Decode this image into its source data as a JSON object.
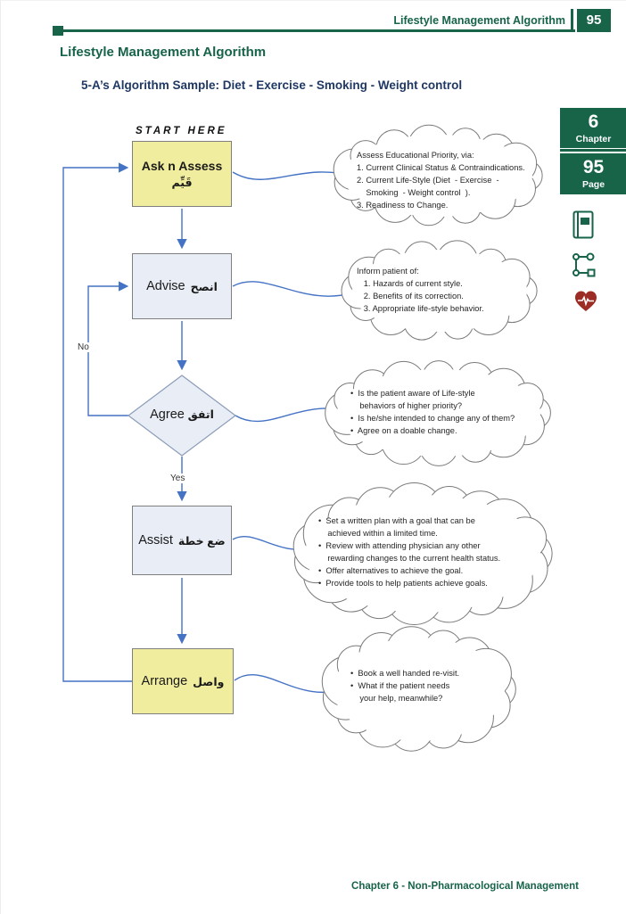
{
  "colors": {
    "green": "#176449",
    "navy": "#1f3864",
    "flow_blue": "#4472c4",
    "node_yellow": "#f1ed9e",
    "node_blue": "#e9edf5",
    "heart_red": "#9c2d26"
  },
  "header": {
    "running_title": "Lifestyle Management Algorithm",
    "page_number": "95"
  },
  "title": "Lifestyle Management Algorithm",
  "subtitle": "5-A’s Algorithm Sample: Diet - Exercise - Smoking - Weight control",
  "sidebar": {
    "chapter_value": "6",
    "chapter_label": "Chapter",
    "page_value": "95",
    "page_label": "Page",
    "icons": [
      "book-icon",
      "algorithm-icon",
      "heart-ecg-icon"
    ]
  },
  "flowchart": {
    "start_label": "START HERE",
    "no_label": "No",
    "yes_label": "Yes",
    "nodes": [
      {
        "id": "ask-assess",
        "en": "Ask n Assess",
        "ar": "قَيِّم"
      },
      {
        "id": "advise",
        "en": "Advise",
        "ar": "انصح"
      },
      {
        "id": "agree",
        "en": "Agree",
        "ar": "اتفق"
      },
      {
        "id": "assist",
        "en": "Assist",
        "ar": "ضع خطة"
      },
      {
        "id": "arrange",
        "en": "Arrange",
        "ar": "واصل"
      }
    ],
    "clouds": [
      {
        "lines": [
          "Assess Educational Priority, via:",
          "1. Current Clinical Status & Contraindications.",
          "2. Current Life-Style (Diet  - Exercise  -",
          "    Smoking  - Weight control  ).",
          "3. Readiness to Change."
        ]
      },
      {
        "lines": [
          "Inform patient of:",
          "   1. Hazards of current style.",
          "   2. Benefits of its correction.",
          "   3. Appropriate life-style behavior."
        ]
      },
      {
        "lines": [
          "•  Is the patient aware of Life-style",
          "    behaviors of higher priority?",
          "•  Is he/she intended to change any of them?",
          "•  Agree on a doable change."
        ]
      },
      {
        "lines": [
          "•  Set a written plan with a goal that can be",
          "    achieved within a limited time.",
          "•  Review with attending physician any other",
          "    rewarding changes to the current health status.",
          "•  Offer alternatives to achieve the goal.",
          "•  Provide tools to help patients achieve goals."
        ]
      },
      {
        "lines": [
          "•  Book a well handed re-visit.",
          "•  What if the patient needs",
          "    your help, meanwhile?"
        ]
      }
    ]
  },
  "footer": {
    "text": "Chapter 6 - Non-Pharmacological Management"
  }
}
